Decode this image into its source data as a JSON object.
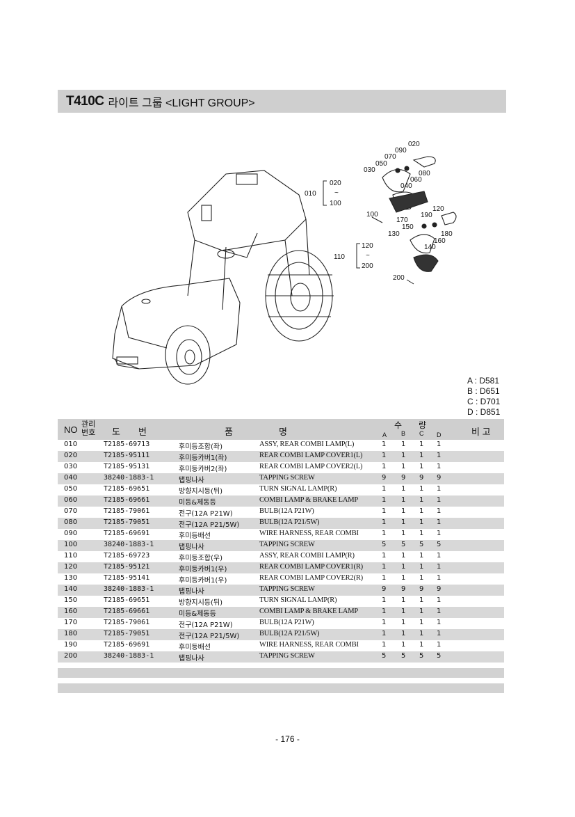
{
  "title": {
    "model": "T410C",
    "name": "라이트 그룹 <LIGHT GROUP>"
  },
  "diagram": {
    "callouts": [
      "020",
      "090",
      "070",
      "050",
      "030",
      "080",
      "060",
      "040",
      "010",
      "020",
      "~",
      "100",
      "100",
      "120",
      "190",
      "170",
      "150",
      "130",
      "180",
      "160",
      "140",
      "110",
      "120",
      "~",
      "200",
      "200"
    ]
  },
  "variants": [
    "A : D581",
    "B : D651",
    "C : D701",
    "D : D851"
  ],
  "table": {
    "headers": {
      "no": "NO",
      "mgmt": "관리\n번호",
      "drawing": "도　　번",
      "name_ko": "품",
      "name_en": "명",
      "qty": "수　　량",
      "a": "A",
      "b": "B",
      "c": "C",
      "d": "D",
      "remark": "비 고"
    },
    "rows": [
      {
        "no": "010",
        "part": "T2185-69713",
        "kor": "후미등조합(좌)",
        "name": "ASSY, REAR COMBI LAMP(L)",
        "a": "1",
        "b": "1",
        "c": "1",
        "d": "1"
      },
      {
        "no": "020",
        "part": "T2185-95111",
        "kor": "후미등카버1(좌)",
        "name": "REAR COMBI LAMP COVER1(L)",
        "a": "1",
        "b": "1",
        "c": "1",
        "d": "1"
      },
      {
        "no": "030",
        "part": "T2185-95131",
        "kor": "후미등카버2(좌)",
        "name": "REAR COMBI LAMP COVER2(L)",
        "a": "1",
        "b": "1",
        "c": "1",
        "d": "1"
      },
      {
        "no": "040",
        "part": "38240-1883-1",
        "kor": "탭핑나사",
        "name": "TAPPING SCREW",
        "a": "9",
        "b": "9",
        "c": "9",
        "d": "9"
      },
      {
        "no": "050",
        "part": "T2185-69651",
        "kor": "방향지시등(뒤)",
        "name": "TURN SIGNAL LAMP(R)",
        "a": "1",
        "b": "1",
        "c": "1",
        "d": "1"
      },
      {
        "no": "060",
        "part": "T2185-69661",
        "kor": "미등&제동등",
        "name": "COMBI LAMP & BRAKE LAMP",
        "a": "1",
        "b": "1",
        "c": "1",
        "d": "1"
      },
      {
        "no": "070",
        "part": "T2185-79061",
        "kor": "전구(12A P21W)",
        "name": "BULB(12A P21W)",
        "a": "1",
        "b": "1",
        "c": "1",
        "d": "1"
      },
      {
        "no": "080",
        "part": "T2185-79051",
        "kor": "전구(12A P21/5W)",
        "name": "BULB(12A P21/5W)",
        "a": "1",
        "b": "1",
        "c": "1",
        "d": "1"
      },
      {
        "no": "090",
        "part": "T2185-69691",
        "kor": "후미등배선",
        "name": "WIRE HARNESS, REAR COMBI",
        "a": "1",
        "b": "1",
        "c": "1",
        "d": "1"
      },
      {
        "no": "100",
        "part": "38240-1883-1",
        "kor": "탭핑나사",
        "name": "TAPPING SCREW",
        "a": "5",
        "b": "5",
        "c": "5",
        "d": "5"
      },
      {
        "no": "110",
        "part": "T2185-69723",
        "kor": "후미등조합(우)",
        "name": "ASSY, REAR COMBI LAMP(R)",
        "a": "1",
        "b": "1",
        "c": "1",
        "d": "1"
      },
      {
        "no": "120",
        "part": "T2185-95121",
        "kor": "후미등카버1(우)",
        "name": "REAR COMBI LAMP COVER1(R)",
        "a": "1",
        "b": "1",
        "c": "1",
        "d": "1"
      },
      {
        "no": "130",
        "part": "T2185-95141",
        "kor": "후미등카버1(우)",
        "name": "REAR COMBI LAMP COVER2(R)",
        "a": "1",
        "b": "1",
        "c": "1",
        "d": "1"
      },
      {
        "no": "140",
        "part": "38240-1883-1",
        "kor": "탭핑나사",
        "name": "TAPPING SCREW",
        "a": "9",
        "b": "9",
        "c": "9",
        "d": "9"
      },
      {
        "no": "150",
        "part": "T2185-69651",
        "kor": "방향지시등(뒤)",
        "name": "TURN SIGNAL LAMP(R)",
        "a": "1",
        "b": "1",
        "c": "1",
        "d": "1"
      },
      {
        "no": "160",
        "part": "T2185-69661",
        "kor": "미등&제동등",
        "name": "COMBI LAMP & BRAKE LAMP",
        "a": "1",
        "b": "1",
        "c": "1",
        "d": "1"
      },
      {
        "no": "170",
        "part": "T2185-79061",
        "kor": "전구(12A P21W)",
        "name": "BULB(12A P21W)",
        "a": "1",
        "b": "1",
        "c": "1",
        "d": "1"
      },
      {
        "no": "180",
        "part": "T2185-79051",
        "kor": "전구(12A P21/5W)",
        "name": "BULB(12A P21/5W)",
        "a": "1",
        "b": "1",
        "c": "1",
        "d": "1"
      },
      {
        "no": "190",
        "part": "T2185-69691",
        "kor": "후미등배선",
        "name": "WIRE HARNESS, REAR COMBI",
        "a": "1",
        "b": "1",
        "c": "1",
        "d": "1"
      },
      {
        "no": "200",
        "part": "38240-1883-1",
        "kor": "탭핑나사",
        "name": "TAPPING SCREW",
        "a": "5",
        "b": "5",
        "c": "5",
        "d": "5"
      }
    ]
  },
  "page_number": "- 176 -"
}
